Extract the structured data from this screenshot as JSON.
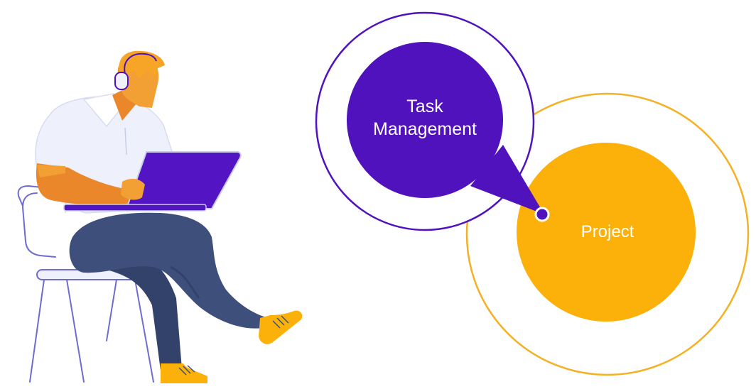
{
  "diagram": {
    "task_circle": {
      "line1": "Task",
      "line2": "Management",
      "fill": "#4f12bd",
      "ring": "#4f12bd"
    },
    "project_circle": {
      "label": "Project",
      "fill": "#fbb00a",
      "ring": "#f4b125"
    },
    "connector_dot": {
      "fill": "#4f12bd",
      "stroke": "#ffffff"
    }
  },
  "illustration": {
    "skin": "#f2a033",
    "skin_shadow": "#e9872a",
    "hair": "#f6a526",
    "shirt": "#eef0fb",
    "pants": "#3e4f7c",
    "pants_shadow": "#32426a",
    "shoes": "#fbb00a",
    "laptop": "#5315c4",
    "chair_line": "#6e6cd0"
  }
}
